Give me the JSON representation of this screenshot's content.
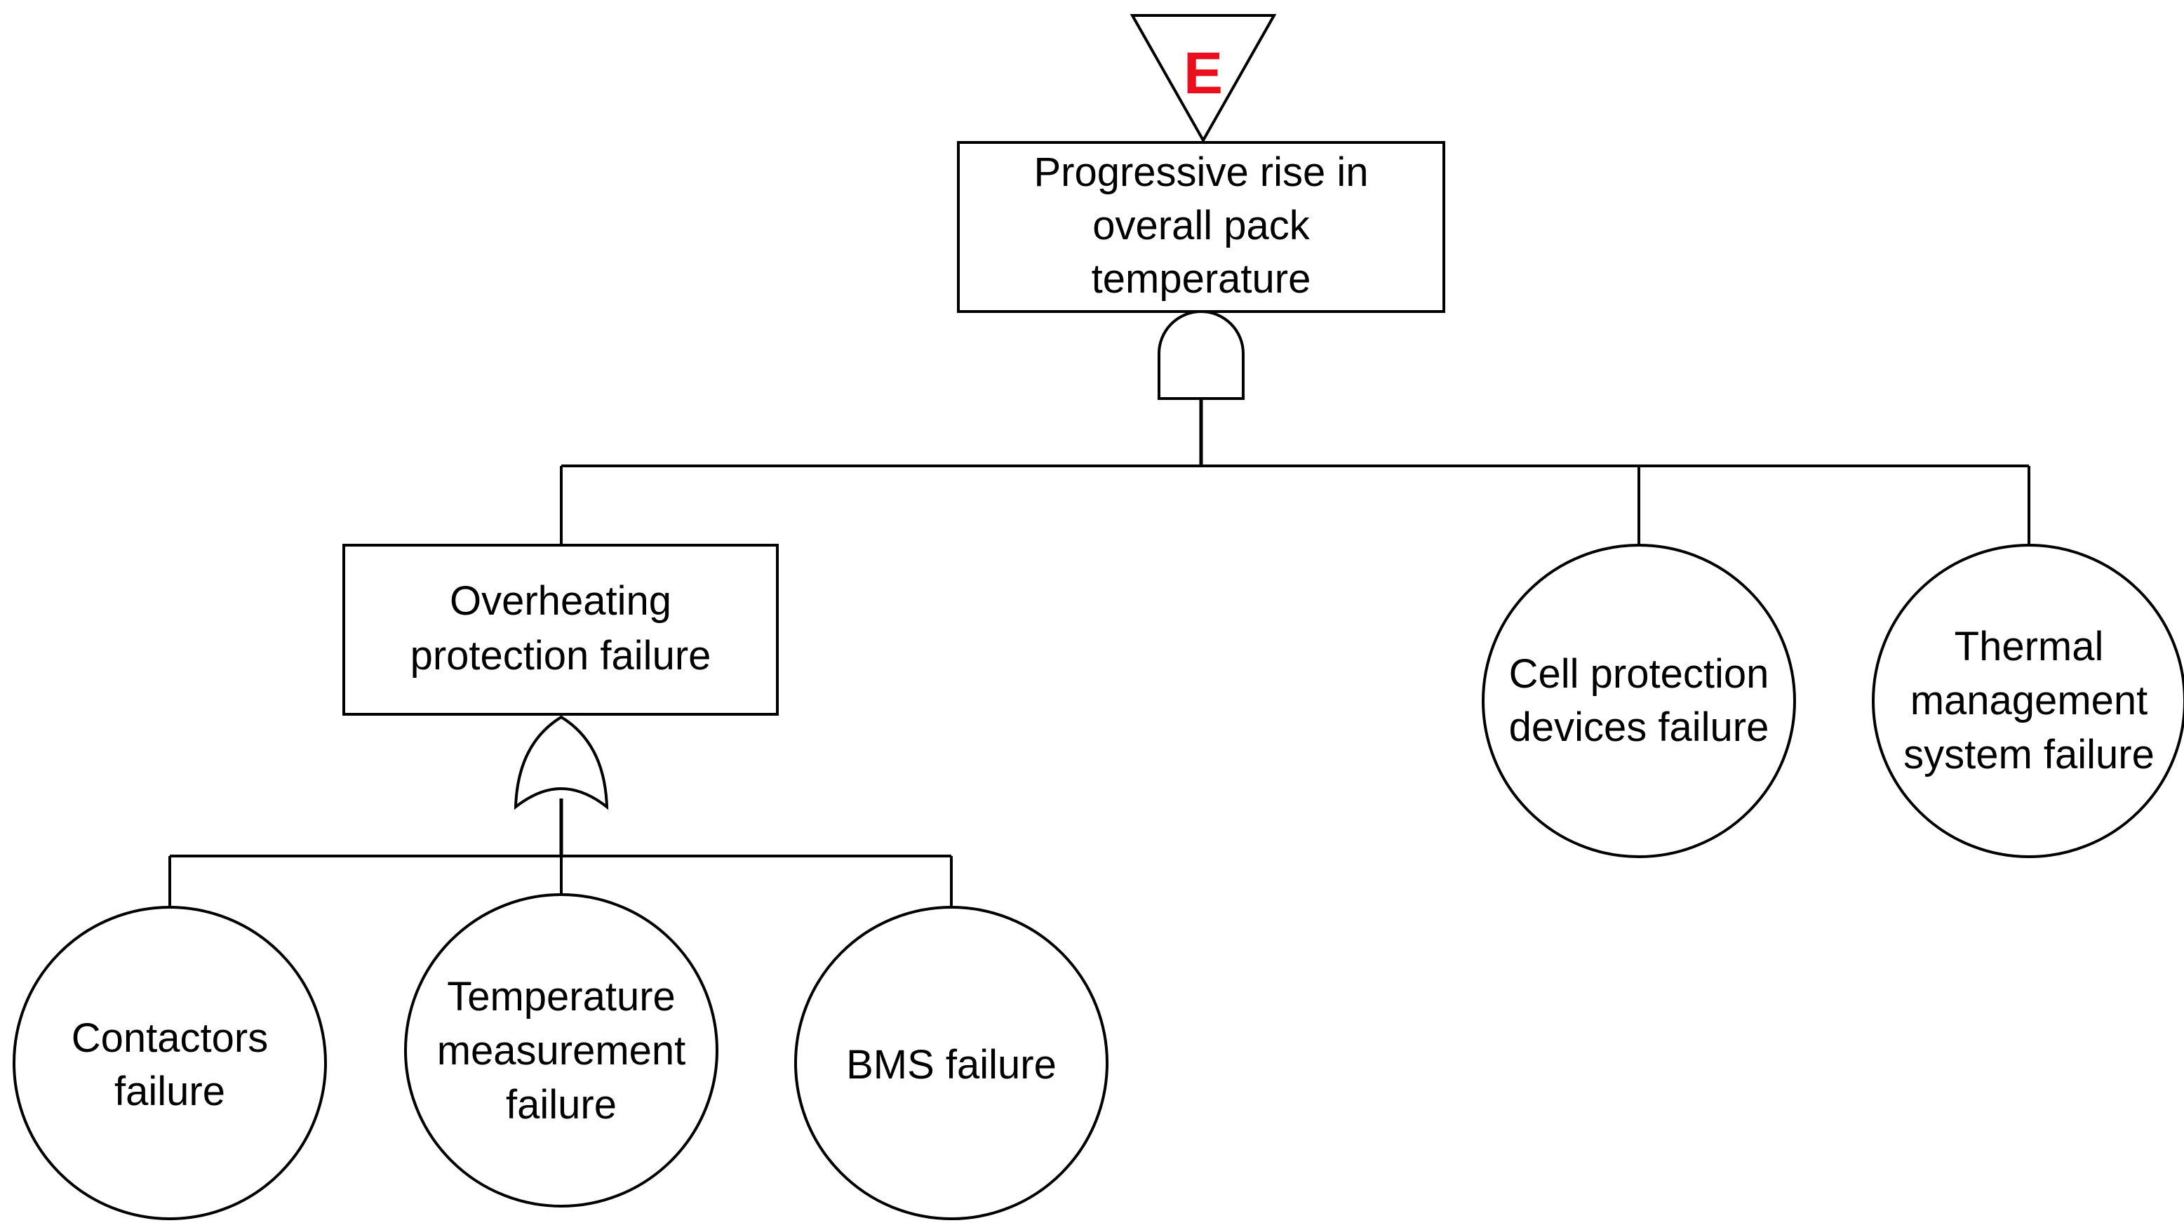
{
  "transfer_marker": {
    "letter": "E",
    "color": "#e8101c"
  },
  "top_event": {
    "lines": [
      "Progressive rise in",
      "overall pack",
      "temperature"
    ],
    "gate": "and-gate"
  },
  "intermediate_event": {
    "lines": [
      "Overheating",
      "protection failure"
    ],
    "gate": "or-gate"
  },
  "basic_events": {
    "contactors": [
      "Contactors",
      "failure"
    ],
    "temperature_measurement": [
      "Temperature",
      "measurement",
      "failure"
    ],
    "bms": [
      "BMS failure"
    ],
    "cell_protection": [
      "Cell protection",
      "devices failure"
    ],
    "thermal_management": [
      "Thermal",
      "management",
      "system failure"
    ]
  }
}
